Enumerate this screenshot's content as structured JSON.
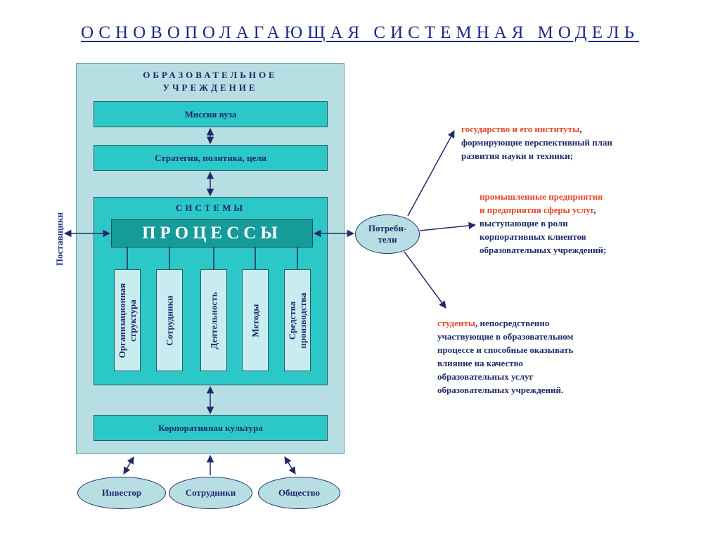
{
  "title": "ОСНОВОПОЛАГАЮЩАЯ СИСТЕМНАЯ МОДЕЛЬ",
  "institution": {
    "line1": "ОБРАЗОВАТЕЛЬНОЕ",
    "line2": "УЧРЕЖДЕНИЕ"
  },
  "mission": "Миссия вуза",
  "strategy": "Стратегия, политика, цели",
  "systems": {
    "title": "СИСТЕМЫ",
    "processes": "ПРОЦЕССЫ",
    "columns": [
      {
        "line1": "Организационная",
        "line2": "структура"
      },
      {
        "line1": "Сотрудники",
        "line2": ""
      },
      {
        "line1": "Деятельность",
        "line2": ""
      },
      {
        "line1": "Методы",
        "line2": ""
      },
      {
        "line1": "Средства",
        "line2": "производства"
      }
    ]
  },
  "culture": "Корпоративная культура",
  "suppliers": "Поставщики",
  "consumers": {
    "line1": "Потреби-",
    "line2": "тели"
  },
  "bottom": [
    "Инвестор",
    "Сотрудники",
    "Общество"
  ],
  "notes": {
    "state": {
      "red": "государство и его институты",
      "rest1": ",",
      "line2": "формирующие  перспективный план",
      "line3": "развития науки и техники;"
    },
    "industry": {
      "red1": "промышленные предприятия",
      "red2": "и предприятия сферы услуг",
      "rest2": ",",
      "line3": "выступающие в роли",
      "line4": "корпоративных клиентов",
      "line5": "образовательных учреждений;"
    },
    "students": {
      "red": "студенты",
      "rest1": ", непосредственно",
      "line2": "участвующие в образовательном",
      "line3": "процессе и способные оказывать",
      "line4": "влияние на качество",
      "line5": "образовательных услуг",
      "line6": "образовательных учреждений."
    }
  },
  "colors": {
    "teal": "#2cc7c7",
    "dark_teal": "#169b9b",
    "light_teal": "#b7dfe3",
    "navy": "#1f2a6b",
    "red": "#e8462a"
  }
}
